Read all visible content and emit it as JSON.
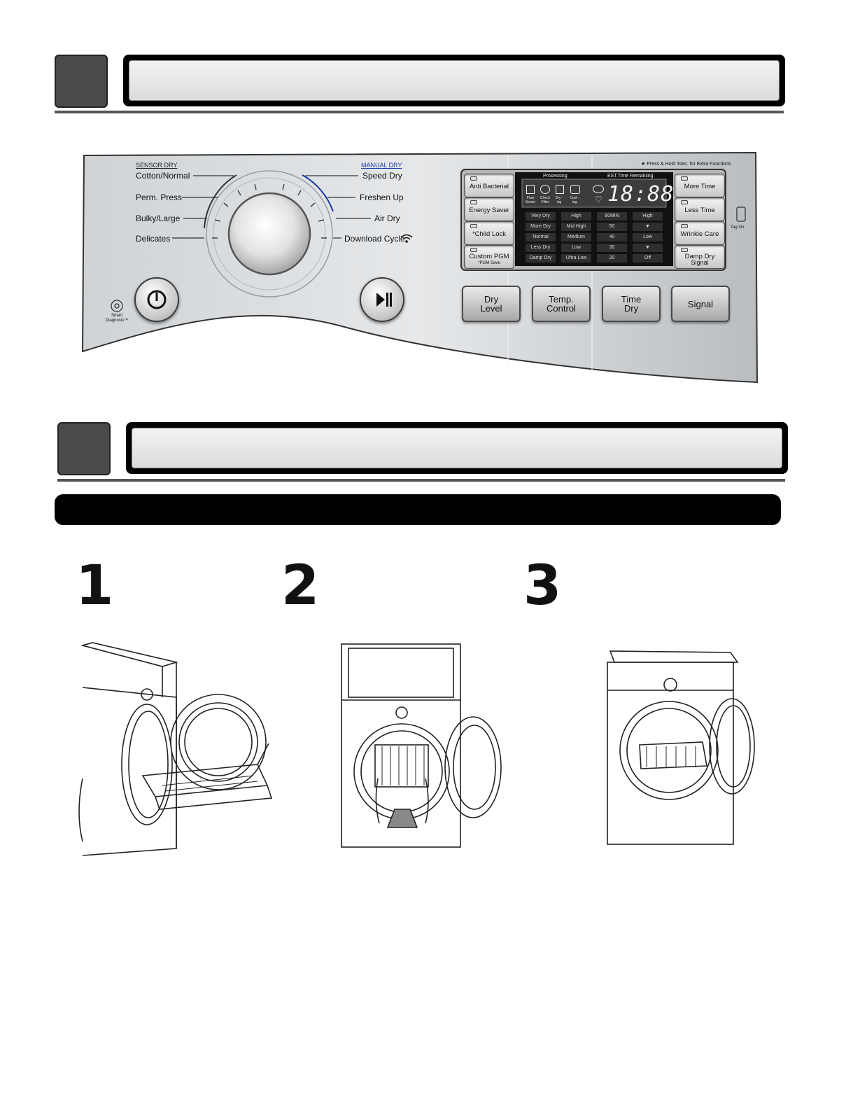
{
  "panel": {
    "sensor_dry_header": "SENSOR DRY",
    "manual_dry_header": "MANUAL DRY",
    "extra_note": "★ Press & Hold 3sec. for Extra Functions",
    "sensor_cycles": [
      "Cotton/Normal",
      "Perm. Press",
      "Bulky/Large",
      "Delicates"
    ],
    "manual_cycles": [
      "Speed Dry",
      "Freshen Up",
      "Air Dry",
      "Download Cycle"
    ],
    "smart_diagnosis": "Smart Diagnosis™",
    "tag_on": "Tag On",
    "left_buttons": [
      {
        "label": "Anti Bacterial",
        "sub": ""
      },
      {
        "label": "Energy Saver",
        "sub": ""
      },
      {
        "label": "*Child Lock",
        "sub": ""
      },
      {
        "label": "Custom PGM",
        "sub": "*PGM Save"
      }
    ],
    "right_buttons": [
      {
        "label": "More Time",
        "sub": ""
      },
      {
        "label": "Less Time",
        "sub": ""
      },
      {
        "label": "Wrinkle Care",
        "sub": ""
      },
      {
        "label": "Damp Dry",
        "sub": "Signal"
      }
    ],
    "display": {
      "processing_label": "Processing",
      "est_time_label": "EST.Time Remaining",
      "time_value": "18:88",
      "status_icons": [
        "Flow Sense",
        "Check Filter",
        "Dry -ing",
        "Cool -ing"
      ],
      "columns": [
        [
          "Very Dry",
          "More Dry",
          "Normal",
          "Less Dry",
          "Damp Dry"
        ],
        [
          "High",
          "Mid High",
          "Medium",
          "Low",
          "Ultra Low"
        ],
        [
          "60MIN",
          "50",
          "40",
          "30",
          "20"
        ],
        [
          "High",
          "▼",
          "Low",
          "▼",
          "Off"
        ]
      ]
    },
    "bottom_buttons": [
      {
        "line1": "Dry",
        "line2": "Level"
      },
      {
        "line1": "Temp.",
        "line2": "Control"
      },
      {
        "line1": "Time",
        "line2": "Dry"
      },
      {
        "line1": "Signal",
        "line2": ""
      }
    ]
  },
  "steps": [
    "1",
    "2",
    "3"
  ]
}
